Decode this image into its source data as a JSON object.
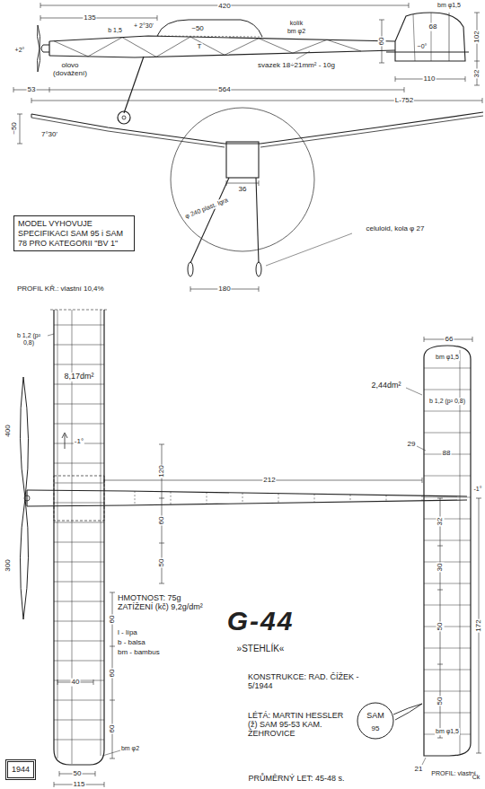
{
  "diagram": {
    "title": "G-44",
    "nodes": [
      {
        "text": [
          "MODEL VYHOVUJE SPECIFIKACI SAM 95 i SAM 78 PRO KATEGORII \"BV 1\""
        ]
      },
      {
        "text": [
          "1944"
        ]
      }
    ],
    "labels": [
      "420",
      "135",
      "+ 2°30'",
      "~50",
      "b 1,5",
      "T",
      "kolík",
      "bm φ2",
      "svazek 18÷21mm² - 10g",
      "olovo (dovážení)",
      "+2°",
      "53",
      "564",
      "bm φ1,5",
      "68",
      "~0°",
      "60",
      "102",
      "32",
      "110",
      "L-752",
      "~50",
      "7°30'",
      "φ 240 plast. Igra",
      "36",
      "celuloid, kola φ 27",
      "180",
      "PROFIL KŘ.: vlastní 10,4%",
      "b 1,2 (p² 0,8)",
      "8,17dm²",
      "-1°",
      "400",
      "300",
      "120",
      "60",
      "50",
      "HMOTNOST: 75g ZATÍŽENÍ (kč) 9,2g/dm²",
      "l - lípa",
      "b - balsa",
      "bm - bambus",
      "60",
      "60",
      "60",
      "40",
      "bm φ2",
      "50",
      "115",
      "212",
      "66",
      "bm φ1,5",
      "2,44dm²",
      "b 1,2 (p² 0,8)",
      "29",
      "88",
      "-1°",
      "32",
      "30",
      "50",
      "50",
      "172",
      "bm φ1,5",
      "21",
      "PROFIL: vlastní",
      "»STEHLÍK«",
      "KONSTRUKCE: RAD. ČÍŽEK - 5/1944",
      "LÉTÁ: MARTIN HESSLER (ž) SAM 95-53 KAM. ŽEHROVICE",
      "SAM",
      "95",
      "PRŮMĚRNÝ LET: 45-48 s.",
      "Čk"
    ]
  }
}
